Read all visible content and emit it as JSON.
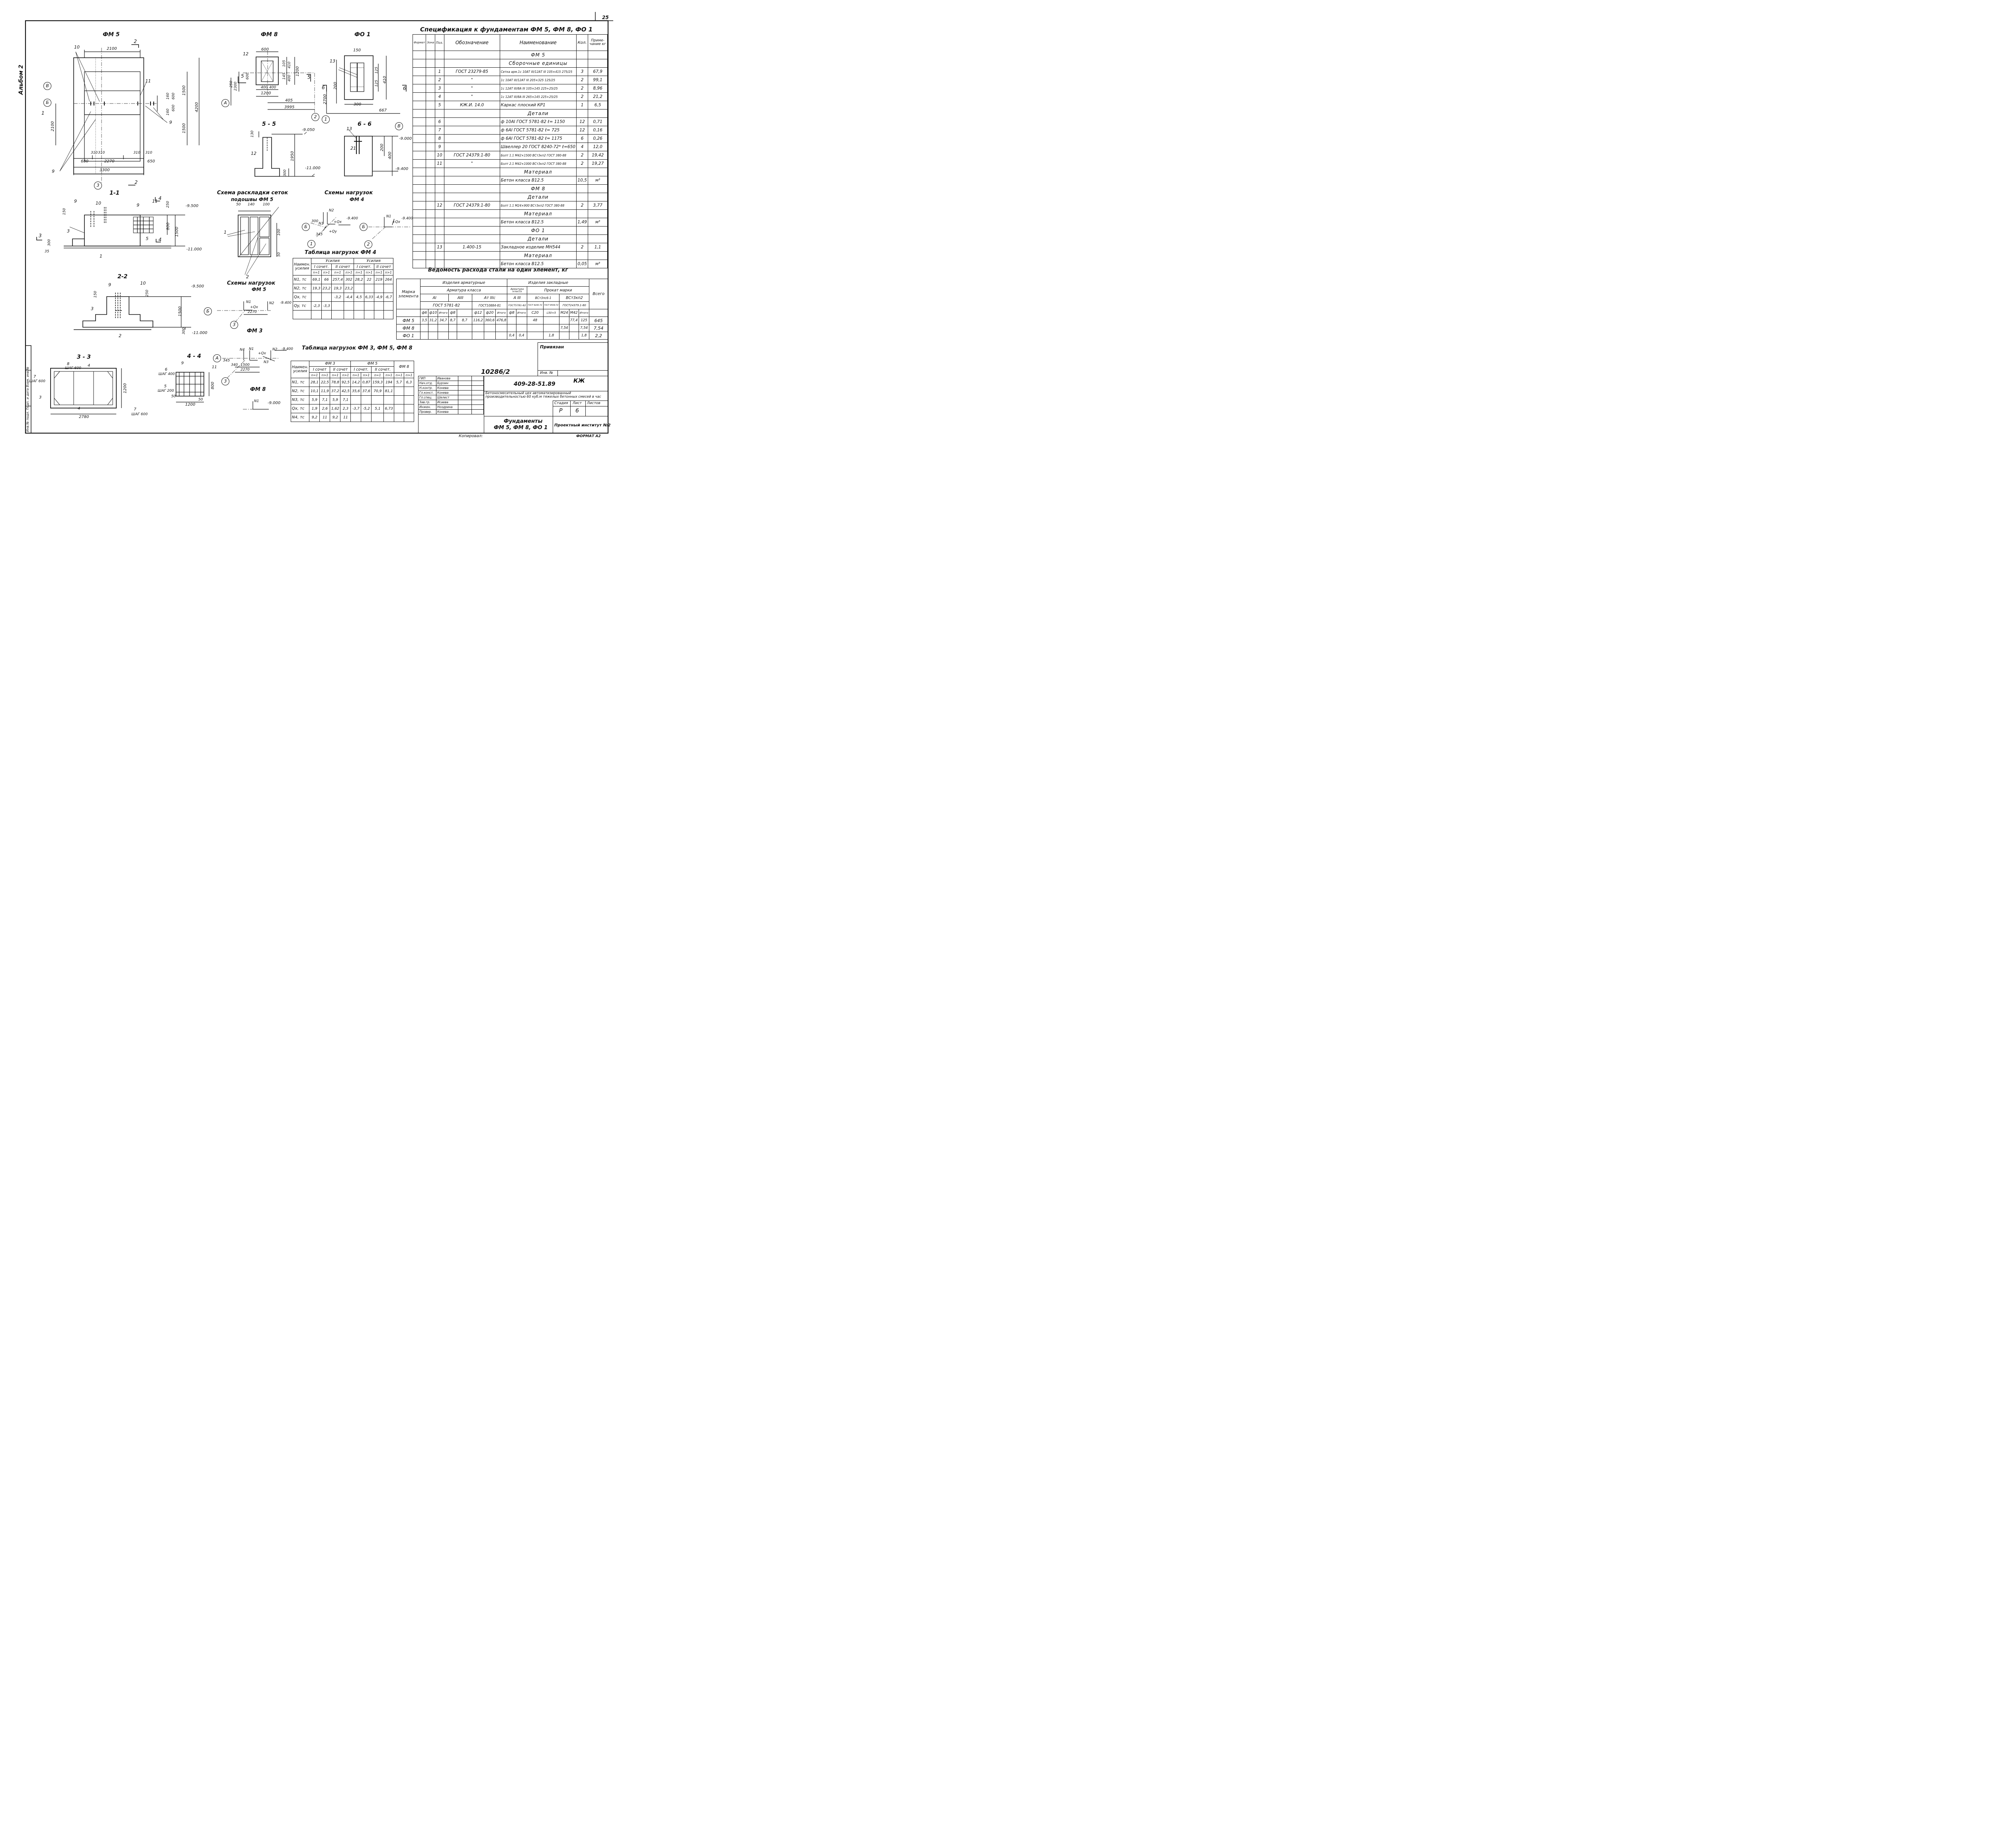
{
  "sheet": {
    "page_number": "25",
    "album": "Альбом 2",
    "format": "ФОРМАТ А2",
    "copied_by": "Копировал:"
  },
  "drawings": {
    "fm5_title": "ФМ 5",
    "fm8_title": "ФМ 8",
    "fo1_title": "ФО 1",
    "fm5_dims": {
      "top": "2100",
      "bot1": "2270",
      "bot_left": "680",
      "bot_right": "650",
      "bot_total": "3300",
      "h1": "1500",
      "h2": "1500",
      "h_total": "4200",
      "left_h": "2100",
      "small_310a": "310",
      "small_310b": "310",
      "small_310c": "310",
      "small_310d": "310",
      "s160a": "160",
      "s600a": "600",
      "s160b": "160",
      "s600b": "600",
      "pos10": "10",
      "pos11": "11",
      "pos9a": "9",
      "pos9b": "9",
      "axisV": "В",
      "axisB": "Б",
      "axis3": "3",
      "sec2a": "2",
      "sec2b": "2",
      "sec1": "1"
    },
    "fm8_dims": {
      "w600": "600",
      "w1200": "1200",
      "s400a": "400",
      "s400b": "400",
      "d105": "105",
      "d410": "410",
      "d1200": "1200",
      "d145": "145",
      "d400": "400",
      "d600": "600",
      "d250": "250",
      "d2300": "2300",
      "d405": "405",
      "d3995": "3995",
      "pos12": "12",
      "axisA": "А",
      "axis2": "2",
      "sec5a": "5",
      "sec5b": "5"
    },
    "fo1_dims": {
      "w150": "150",
      "h125a": "125",
      "h125b": "125",
      "h410": "410",
      "w300": "300",
      "w200": "200",
      "h2700": "2700",
      "w667": "667",
      "pos13": "13",
      "axis1": "1",
      "axisV2": "В",
      "sec6a": "6",
      "sec6b": "6"
    },
    "sec55": {
      "title": "5 - 5",
      "top_mark": "-9.050",
      "bot_mark": "-11.000",
      "d130": "130",
      "d1950": "1950",
      "d300": "300",
      "pos12": "12"
    },
    "sec66": {
      "title": "6 - 6",
      "top_mark": "-9.000",
      "bot_mark": "-9.400",
      "d200": "200",
      "d400": "400",
      "pos13": "13",
      "pos21": "21"
    },
    "sec11": {
      "title": "1-1",
      "top_mark": "-9.500",
      "bot_mark": "-11.000",
      "d150": "150",
      "d250": "250",
      "d800": "800",
      "d1500": "1500",
      "d300": "300",
      "d35": "35",
      "pos9a": "9",
      "pos10": "10",
      "pos9b": "9",
      "pos11": "11",
      "pos3": "3",
      "pos5": "5",
      "pos1": "1",
      "sec4a": "4",
      "sec4b": "4",
      "sec3": "3"
    },
    "sec22": {
      "title": "2-2",
      "top_mark": "-9.500",
      "bot_mark": "-11.000",
      "d150": "150",
      "d250": "250",
      "d1500": "1500",
      "d300": "300",
      "pos9": "9",
      "pos10": "10",
      "pos3": "3",
      "pos2": "2"
    },
    "sec33": {
      "title": "3 - 3",
      "pos8": "8",
      "step600a": "ШАГ 600",
      "pos4a": "4",
      "pos7a": "7",
      "step600b": "ШАГ 600",
      "pos3": "3",
      "pos4b": "4",
      "d1200": "1200",
      "d2780": "2780",
      "pos7b": "7",
      "step600c": "ШАГ 600"
    },
    "sec44": {
      "title": "4 - 4",
      "pos6": "6",
      "step400": "ШАГ 400",
      "pos9": "9",
      "pos11": "11",
      "pos5": "5",
      "step200": "ШАГ 200",
      "d50a": "50",
      "d50b": "50",
      "d800": "800",
      "d1200": "1200"
    },
    "mesh_layout": {
      "title1": "Схема раскладки сеток",
      "title2": "подошвы ФМ 5",
      "d50": "50",
      "d140": "140",
      "d100": "100",
      "d100b": "100",
      "d50b": "50",
      "pos1": "1",
      "pos2": "2"
    },
    "load_schemes_fm4": {
      "title1": "Схемы нагрузок",
      "title2": "ФМ 4",
      "N2": "N2",
      "N1": "N1",
      "Qx": "+Qx",
      "Qy": "+Qy",
      "N1b": "N1",
      "Qxb": "+Qx",
      "mark1": "-9.400",
      "mark2": "-9.400",
      "d300": "300",
      "d345": "345",
      "axisB1": "Б",
      "axisB2": "Б",
      "axis1": "1",
      "axis2": "2"
    },
    "load_schemes_fm5": {
      "title1": "Схемы нагрузок",
      "title2": "ФМ 5",
      "N1": "N1",
      "Qx": "+Qx",
      "N2": "N2",
      "mark": "-9.400",
      "d2270": "2270",
      "axisB": "Б",
      "axis3": "3",
      "fm3": "ФМ 3"
    },
    "load_schemes_fm3": {
      "N4": "N4",
      "N1": "N1",
      "Qx": "+Qx",
      "N2": "N2",
      "N3": "N3",
      "mark": "-9.400",
      "d345": "345",
      "d340": "340",
      "d1500": "1500",
      "d2270": "2270",
      "axisA": "А",
      "axis3": "3"
    },
    "fm8_scheme": {
      "title": "ФМ 8",
      "N1": "N1",
      "mark": "-9.000"
    }
  },
  "spec": {
    "title": "Спецификация к фундаментам ФМ 5, ФМ 8, ФО 1",
    "headers": [
      "Формат",
      "Зона",
      "Поз.",
      "Обозначение",
      "Наименование",
      "Кол.",
      "Приме- чание кг"
    ],
    "rows": [
      {
        "kind": "sec",
        "text": "ФМ 5"
      },
      {
        "kind": "sec",
        "text": "Сборочные единицы"
      },
      {
        "kind": "row",
        "pos": "1",
        "des": "ГОСТ 23279-85",
        "name": "Сетка арм.1с 10АТ III/12АТ III 105×415 275/25",
        "qty": "3",
        "note": "67,9"
      },
      {
        "kind": "row",
        "pos": "2",
        "des": "\"",
        "name": "1с 10АТ III/12АТ III 205×325 125/25",
        "qty": "2",
        "note": "99,1"
      },
      {
        "kind": "row",
        "pos": "3",
        "des": "\"",
        "name": "1с 12АТ III/8А III 105×145 225+25/25",
        "qty": "2",
        "note": "8,96"
      },
      {
        "kind": "row",
        "pos": "4",
        "des": "\"",
        "name": "1с 12АТ III/8А III 265×145 225+25/25",
        "qty": "2",
        "note": "21,2"
      },
      {
        "kind": "row",
        "pos": "5",
        "des": "КЖ.И. 14.0",
        "name": "Каркас плоский КР1",
        "qty": "1",
        "note": "6,5"
      },
      {
        "kind": "sec",
        "text": "Детали"
      },
      {
        "kind": "row",
        "pos": "6",
        "des": "",
        "name": "ф 10АI ГОСТ 5781-82 ℓ= 1150",
        "qty": "12",
        "note": "0,71"
      },
      {
        "kind": "row",
        "pos": "7",
        "des": "",
        "name": "ф 6АI ГОСТ 5781-82 ℓ= 725",
        "qty": "12",
        "note": "0,16"
      },
      {
        "kind": "row",
        "pos": "8",
        "des": "",
        "name": "ф 6АI ГОСТ 5781-82 ℓ= 1175",
        "qty": "6",
        "note": "0,26"
      },
      {
        "kind": "row",
        "pos": "9",
        "des": "",
        "name": "Швеллер 20 ГОСТ 8240-72* ℓ=650",
        "qty": "4",
        "note": "12,0"
      },
      {
        "kind": "row",
        "pos": "10",
        "des": "ГОСТ 24379.1-80",
        "name": "Болт 1.1 М42×1500 ВСт3кп2 ГОСТ 380-88",
        "qty": "2",
        "note": "19,42"
      },
      {
        "kind": "row",
        "pos": "11",
        "des": "\"",
        "name": "Болт 2.1 М42×1000 ВСт3кп2 ГОСТ 380-88",
        "qty": "2",
        "note": "19,27"
      },
      {
        "kind": "sec",
        "text": "Материал"
      },
      {
        "kind": "row",
        "pos": "",
        "des": "",
        "name": "Бетон класса В12.5",
        "qty": "10,5",
        "note": "м³"
      },
      {
        "kind": "sec",
        "text": "ФМ 8"
      },
      {
        "kind": "sec",
        "text": "Детали"
      },
      {
        "kind": "row",
        "pos": "12",
        "des": "ГОСТ 24379.1-80",
        "name": "Болт 1.1 М24×900 ВСт3кп2 ГОСТ 380-88",
        "qty": "2",
        "note": "3,77"
      },
      {
        "kind": "sec",
        "text": "Материал"
      },
      {
        "kind": "row",
        "pos": "",
        "des": "",
        "name": "Бетон класса В12.5",
        "qty": "1,49",
        "note": "м³"
      },
      {
        "kind": "sec",
        "text": "ФО 1"
      },
      {
        "kind": "sec",
        "text": "Детали"
      },
      {
        "kind": "row",
        "pos": "13",
        "des": "1.400-15",
        "name": "Закладное изделие МН544",
        "qty": "2",
        "note": "1,1"
      },
      {
        "kind": "sec",
        "text": "Материал"
      },
      {
        "kind": "row",
        "pos": "",
        "des": "",
        "name": "Бетон класса В12.5",
        "qty": "0,05",
        "note": "м³"
      }
    ]
  },
  "steel": {
    "title": "Ведомость расхода стали на один элемент, кг",
    "h_mark": "Марка элемента",
    "h_rein": "Изделия арматурные",
    "h_emb": "Изделия закладные",
    "h_class": "Арматура класса",
    "h_class2": "Арматура класса",
    "h_prokat": "Прокат марки",
    "h_total": "Всего",
    "c_AI": "АI",
    "c_AIII": "АIII",
    "c_ATIIIc": "Ат IIIс",
    "c_AIII2": "А III",
    "c_vst6": "ВСт3пс6-1",
    "c_vstkp2": "ВСт3кп2",
    "g_5781a": "ГОСТ 5781-82",
    "g_10884": "ГОСТ10884-81",
    "g_5781b": "ГОСТ5781-82",
    "g_8240": "ГОСТ 8240-72",
    "g_8509": "ГОСТ 8509-72",
    "g_24379": "ГОСТ24379.1-80",
    "sub": [
      "ф6",
      "ф10",
      "Итого",
      "ф8",
      "",
      "ф12",
      "ф20",
      "Итого",
      "ф8",
      "Итого",
      "С20",
      "L50×5",
      "М24",
      "М42",
      "Итого"
    ],
    "rows": [
      {
        "mark": "ФМ 5",
        "v": [
          "3,5",
          "31,2",
          "34,7",
          "8,7",
          "8,7",
          "116,2",
          "360,6",
          "476,8",
          "",
          "",
          "48",
          "",
          "",
          "77,4",
          "125"
        ],
        "total": "645"
      },
      {
        "mark": "ФМ 8",
        "v": [
          "",
          "",
          "",
          "",
          "",
          "",
          "",
          "",
          "",
          "",
          "",
          "",
          "7,54",
          "",
          "7,54"
        ],
        "total": "7,54"
      },
      {
        "mark": "ФО 1",
        "v": [
          "",
          "",
          "",
          "",
          "",
          "",
          "",
          "",
          "0,4",
          "0,4",
          "",
          "1,8",
          "",
          "",
          "1,8"
        ],
        "total": "2,2"
      }
    ]
  },
  "loads_fm4": {
    "title": "Таблица нагрузок ФМ 4",
    "h_name": "Наимен. усилия",
    "h_group1": "Усилия",
    "h_group2": "Усилия",
    "h_c1": "I сочет.",
    "h_c2": "II сочет",
    "h_c3": "I сочет.",
    "h_c4": "II сочет",
    "sub": [
      "n=1",
      "n>1",
      "n=1",
      "n>1",
      "n=1",
      "n>1",
      "n=1",
      "n>1"
    ],
    "rows": [
      {
        "name": "N1, тс",
        "v": [
          "69,1",
          "66",
          "257,4",
          "302",
          "28,2",
          "22",
          "219",
          "264"
        ]
      },
      {
        "name": "N2, тс",
        "v": [
          "19,3",
          "23,2",
          "19,3",
          "23,2",
          "",
          "",
          "",
          ""
        ]
      },
      {
        "name": "Qx, тс",
        "v": [
          "",
          "",
          "-3,2",
          "-4,4",
          "4,5",
          "6,33",
          "-4,9",
          "-6,7"
        ]
      },
      {
        "name": "Qy, тс",
        "v": [
          "-2,3",
          "-3,3",
          "",
          "",
          "",
          "",
          "",
          ""
        ]
      },
      {
        "name": "",
        "v": [
          "",
          "",
          "",
          "",
          "",
          "",
          "",
          ""
        ]
      }
    ]
  },
  "loads_fm358": {
    "title": "Таблица нагрузок ФМ 3, ФМ 5, ФМ 8",
    "h_name": "Наимен. усилия",
    "h_fm3": "ФМ 3",
    "h_fm5": "ФМ 5",
    "h_fm8": "ФМ 8",
    "h_c1": "I сочет",
    "h_c2": "II сочет",
    "h_c3": "I сочет.",
    "h_c4": "II сочет.",
    "sub": [
      "n=1",
      "n>1",
      "n=1",
      "n>1",
      "n=1",
      "n>1",
      "n=1",
      "n>1",
      "n=1",
      "n>1"
    ],
    "rows": [
      {
        "name": "N1, тс",
        "v": [
          "28,1",
          "22,5",
          "78,8",
          "92,5",
          "14,2",
          "0,87",
          "159,3",
          "194",
          "5,7",
          "6,3"
        ]
      },
      {
        "name": "N2, тс",
        "v": [
          "10,1",
          "11,9",
          "37,2",
          "42,5",
          "35,6",
          "37,6",
          "70,9",
          "81,1",
          "",
          ""
        ]
      },
      {
        "name": "N3, тс",
        "v": [
          "5,9",
          "7,1",
          "5,9",
          "7,1",
          "",
          "",
          "",
          "",
          "",
          ""
        ]
      },
      {
        "name": "Qx, тс",
        "v": [
          "1,9",
          "2,6",
          "1,62",
          "2,3",
          "-3,7",
          "-5,2",
          "5,1",
          "6,73",
          "",
          ""
        ]
      },
      {
        "name": "N4, тс",
        "v": [
          "9,2",
          "11",
          "9,2",
          "11",
          "",
          "",
          "",
          "",
          "",
          ""
        ]
      }
    ]
  },
  "title_block": {
    "privyazan": "Привязан",
    "inv": "Инв. №",
    "doc_code": "10286/2",
    "project_code": "409-28-51.89",
    "stage_code": "КЖ",
    "project_name": "Бетоносмесительный цех автоматизированный производительностью 60 куб.м тяжелых бетонных смесей в час",
    "stage_h": "Стадия",
    "sheet_h": "Лист",
    "sheets_h": "Листов",
    "stage": "Р",
    "sheet": "6",
    "sheets": "",
    "drawing_name1": "Фундаменты",
    "drawing_name2": "ФМ 5, ФМ 8, ФО 1",
    "org": "Проектный институт №2",
    "signers": [
      {
        "role": "ГИП",
        "name": "Иванова"
      },
      {
        "role": "Нач.отд.",
        "name": "Бурзин"
      },
      {
        "role": "Н.контр.",
        "name": "Конева"
      },
      {
        "role": "Гл.конст.",
        "name": "Конева"
      },
      {
        "role": "Гл.спец.",
        "name": "Шелест"
      },
      {
        "role": "Зав.гр.",
        "name": "Исаева"
      },
      {
        "role": "Инжен.",
        "name": "Ноздрина"
      },
      {
        "role": "Провер.",
        "name": "Конева"
      }
    ],
    "side_stamp": "Инв.№ подл.  Подп. и дата  Взам. инв.№"
  }
}
